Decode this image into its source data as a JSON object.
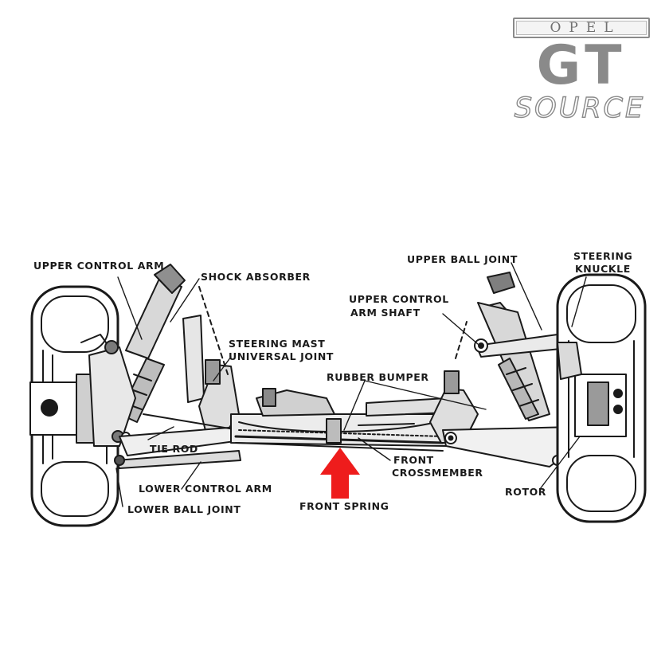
{
  "logo": {
    "badge": "OPEL",
    "gt": "GT",
    "source": "SOURCE"
  },
  "labels": {
    "upper_control_arm_left": "UPPER CONTROL ARM",
    "shock_absorber": "SHOCK ABSORBER",
    "steering_mast_line1": "STEERING MAST",
    "steering_mast_line2": "UNIVERSAL JOINT",
    "upper_ball_joint": "UPPER BALL JOINT",
    "steering_knuckle_line1": "STEERING",
    "steering_knuckle_line2": "KNUCKLE",
    "upper_control_arm_shaft_line1": "UPPER CONTROL",
    "upper_control_arm_shaft_line2": "ARM  SHAFT",
    "rubber_bumper": "RUBBER BUMPER",
    "tie_rod": "TIE ROD",
    "lower_control_arm": "LOWER CONTROL ARM",
    "lower_ball_joint": "LOWER BALL JOINT",
    "front_spring": "FRONT SPRING",
    "front_crossmember_line1": "FRONT",
    "front_crossmember_line2": "CROSSMEMBER",
    "rotor": "ROTOR"
  },
  "colors": {
    "ink": "#1a1a1a",
    "arrow": "#ee1c1c",
    "logo_grey": "#8a8a8a"
  }
}
